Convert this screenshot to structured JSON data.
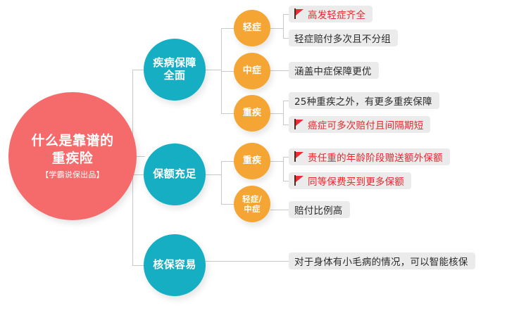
{
  "diagram": {
    "root": {
      "title_line1": "什么是靠谱的",
      "title_line2": "重疾险",
      "subtitle": "【学霸说保出品】",
      "color": "#f56a6a"
    },
    "branch_color": "#16aec2",
    "leaf_color": "#f5a533",
    "chip_bg": "#ebebeb",
    "flag_color": "#ec2b36",
    "branches": [
      {
        "label_line1": "疾病保障",
        "label_line2": "全面",
        "leaves": [
          {
            "label": "轻症",
            "items": [
              {
                "text": "高发轻症齐全",
                "flag": true,
                "emphasis": true
              },
              {
                "text": "轻症赔付多次且不分组",
                "flag": false,
                "emphasis": false
              }
            ]
          },
          {
            "label": "中症",
            "items": [
              {
                "text": "涵盖中症保障更优",
                "flag": false,
                "emphasis": false
              }
            ]
          },
          {
            "label": "重疾",
            "items": [
              {
                "text": "25种重疾之外，有更多重疾保障",
                "flag": false,
                "emphasis": false
              },
              {
                "text": "癌症可多次赔付且间隔期短",
                "flag": true,
                "emphasis": true
              }
            ]
          }
        ]
      },
      {
        "label_line1": "保额充足",
        "label_line2": "",
        "leaves": [
          {
            "label": "重疾",
            "items": [
              {
                "text": "责任重的年龄阶段赠送额外保额",
                "flag": true,
                "emphasis": true
              },
              {
                "text": "同等保费买到更多保额",
                "flag": true,
                "emphasis": true
              }
            ]
          },
          {
            "label_line1": "轻症/",
            "label_line2": "中症",
            "items": [
              {
                "text": "赔付比例高",
                "flag": false,
                "emphasis": false
              }
            ]
          }
        ]
      },
      {
        "label_line1": "核保容易",
        "label_line2": "",
        "leaves": [],
        "items": [
          {
            "text": "对于身体有小毛病的情况，可以智能核保",
            "flag": false,
            "emphasis": false
          }
        ]
      }
    ]
  }
}
